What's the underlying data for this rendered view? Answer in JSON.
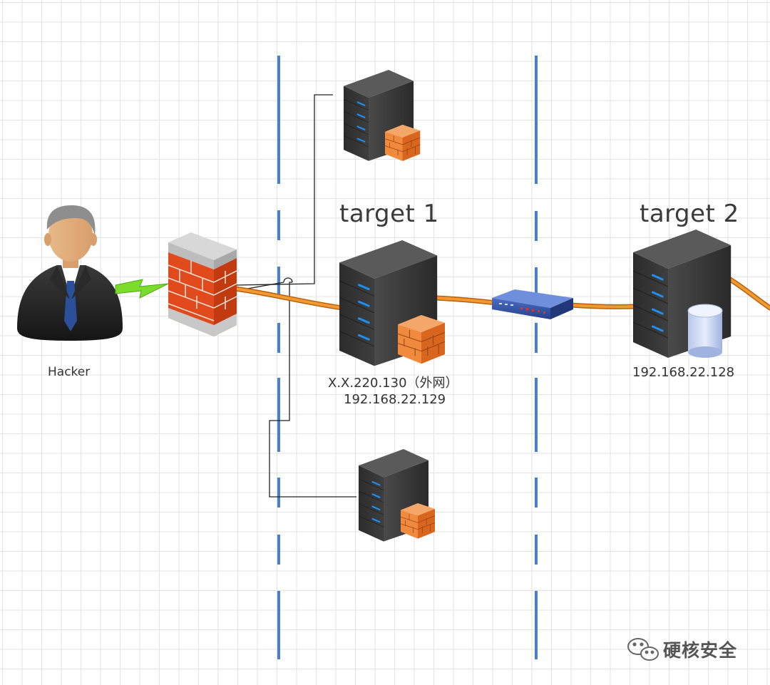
{
  "diagram": {
    "nodes": {
      "hacker": {
        "label": "Hacker"
      },
      "target1": {
        "title": "target 1",
        "ip_external": "X.X.220.130（外网）",
        "ip_internal": "192.168.22.129"
      },
      "target2": {
        "title": "target 2",
        "ip": "192.168.22.128"
      }
    },
    "colors": {
      "zone_divider": "#4a7fd0",
      "link_orange": "#f08a1e",
      "connector": "#222222",
      "lightning": "#7bdc2b",
      "firewall_brick": "#e04a1c",
      "server_body": "#3a3a3a",
      "switch_body": "#3552a8"
    },
    "icons": [
      "hacker-avatar-icon",
      "firewall-icon",
      "server-firewall-icon",
      "switch-icon",
      "server-database-icon",
      "wechat-icon"
    ]
  },
  "watermark": {
    "text": "硬核安全"
  }
}
